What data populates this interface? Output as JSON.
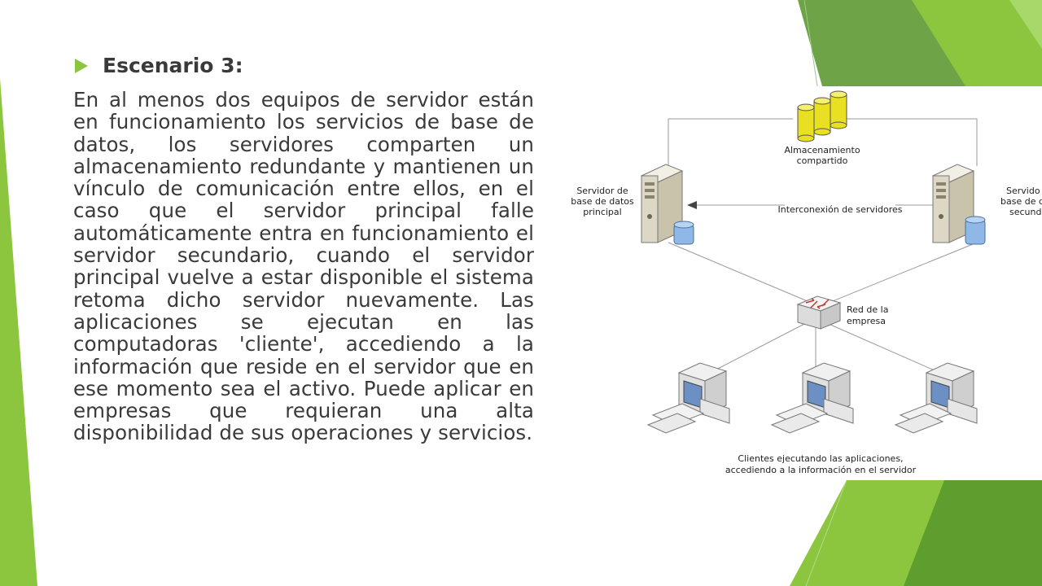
{
  "slide": {
    "title": "Escenario 3:",
    "body": "En al menos dos equipos de servidor están en funcionamiento los servicios de base de datos, los servidores comparten un almacenamiento redundante y mantienen un vínculo de comunicación entre ellos, en el caso que el servidor principal falle automáticamente entra en funcionamiento el servidor secundario, cuando el servidor principal vuelve a estar disponible el sistema retoma dicho servidor nuevamente. Las aplicaciones se ejecutan en las computadoras 'cliente', accediendo a la información que reside en el servidor que en ese momento sea el activo. Puede aplicar en empresas que requieran una alta disponibilidad de sus operaciones y servicios."
  },
  "diagram": {
    "storage_label": [
      "Almacenamiento",
      "compartido"
    ],
    "primary_server_label": [
      "Servidor de",
      "base de datos",
      "principal"
    ],
    "secondary_server_label": [
      "Servido",
      "base de d",
      "secunda"
    ],
    "interconnect_label": "Interconexión de servidores",
    "network_label": [
      "Red de la",
      "empresa"
    ],
    "clients_label": [
      "Clientes ejecutando las aplicaciones,",
      "accediendo a la información en el servidor"
    ]
  },
  "theme": {
    "accent_green": "#8cc63f",
    "dark_green": "#5e9e2e",
    "text_color": "#3a3a3a"
  }
}
